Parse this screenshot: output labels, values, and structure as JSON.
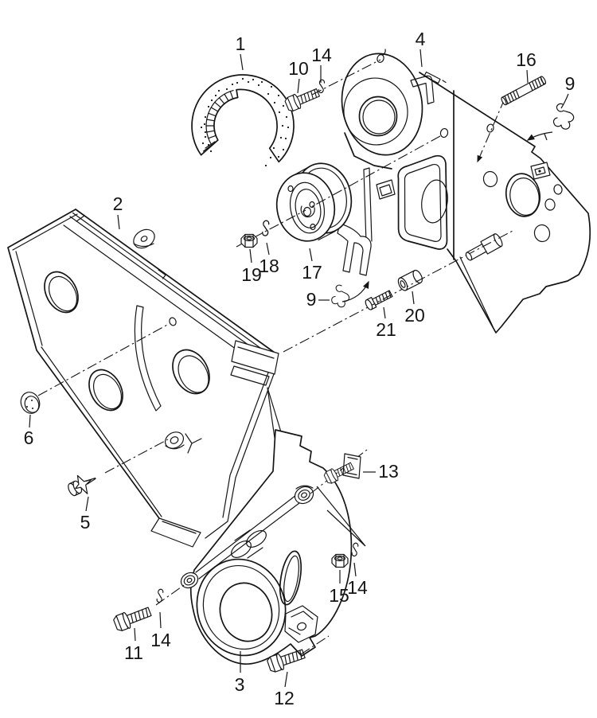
{
  "diagram": {
    "background_color": "#ffffff",
    "line_color": "#151515",
    "callouts": [
      {
        "label": "1"
      },
      {
        "label": "2"
      },
      {
        "label": "3"
      },
      {
        "label": "4"
      },
      {
        "label": "5"
      },
      {
        "label": "6"
      },
      {
        "label": "9"
      },
      {
        "label": "9"
      },
      {
        "label": "10"
      },
      {
        "label": "11"
      },
      {
        "label": "12"
      },
      {
        "label": "13"
      },
      {
        "label": "14"
      },
      {
        "label": "14"
      },
      {
        "label": "14"
      },
      {
        "label": "15"
      },
      {
        "label": "16"
      },
      {
        "label": "17"
      },
      {
        "label": "18"
      },
      {
        "label": "19"
      },
      {
        "label": "20"
      },
      {
        "label": "21"
      }
    ]
  }
}
